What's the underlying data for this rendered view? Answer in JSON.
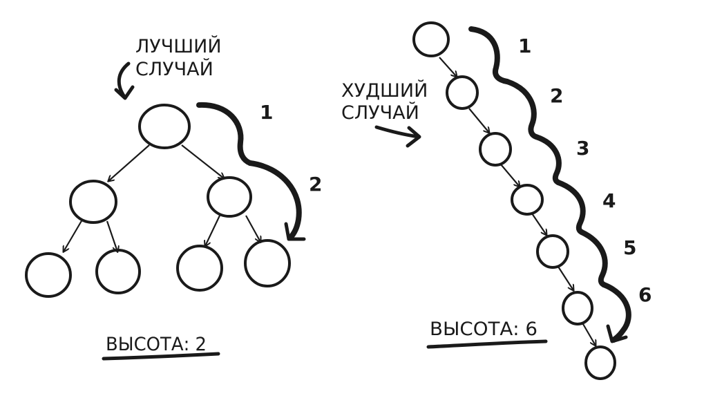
{
  "best": {
    "label_line1": "ЛУЧШИЙ",
    "label_line2": "СЛУЧАЙ",
    "caption": "ВЫСОТА: 2",
    "level_labels": [
      "1",
      "2"
    ]
  },
  "worst": {
    "label_line1": "ХУДШИЙ",
    "label_line2": "СЛУЧАЙ",
    "caption": "ВЫСОТА: 6",
    "level_labels": [
      "1",
      "2",
      "3",
      "4",
      "5",
      "6"
    ]
  }
}
